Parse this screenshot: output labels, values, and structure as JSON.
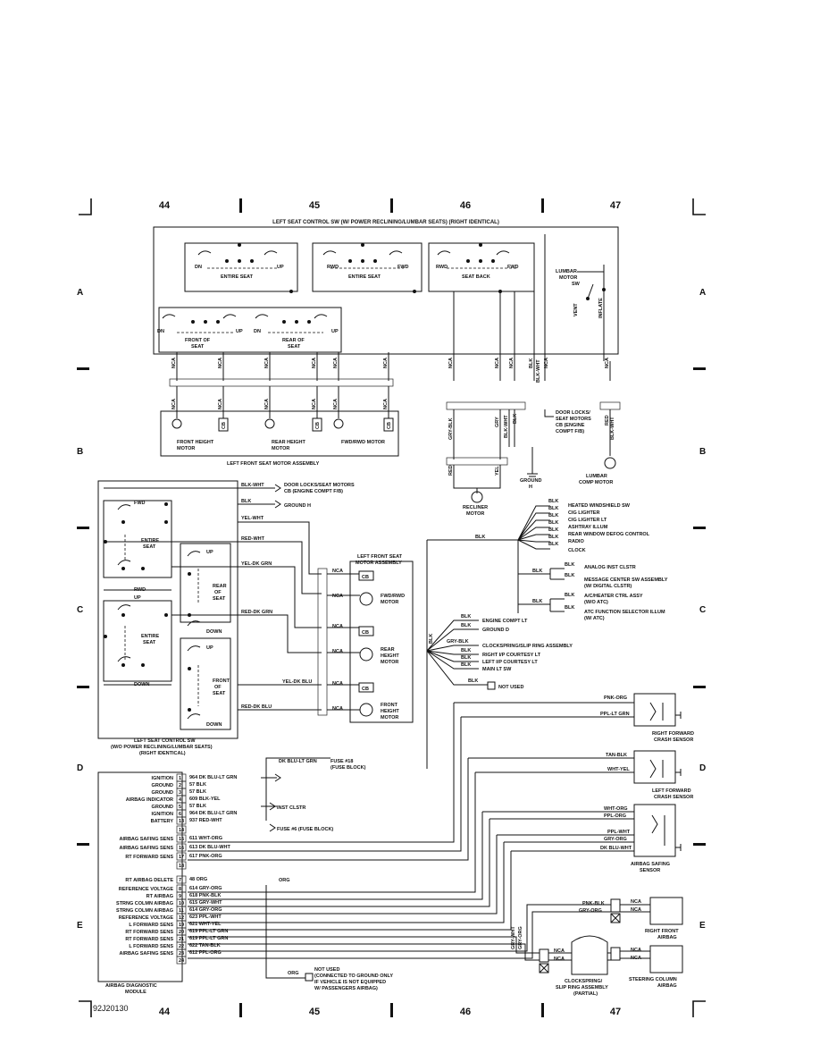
{
  "columns": [
    "44",
    "45",
    "46",
    "47"
  ],
  "rows": [
    "A",
    "B",
    "C",
    "D",
    "E"
  ],
  "figure_code": "92J20130",
  "top_switch": {
    "title": "LEFT SEAT CONTROL SW (W/ POWER RECLINING/LUMBAR SEATS) (RIGHT IDENTICAL)",
    "dn": "DN",
    "up": "UP",
    "rwd": "RWD",
    "fwd": "FWD",
    "entire_seat": "ENTIRE SEAT",
    "seat_back": "SEAT BACK",
    "front_of": "FRONT OF",
    "rear_of": "REAR OF",
    "seat": "SEAT",
    "lumbar_title": [
      "LUMBAR",
      "MOTOR",
      "SW"
    ],
    "vent": "VENT",
    "inflate": "INFLATE",
    "nca": "NCA",
    "blk": "BLK",
    "blk_wht": "BLK-WHT",
    "gry_blk": "GRY-BLK",
    "gry": "GRY",
    "red": "RED",
    "yel": "YEL"
  },
  "motor_assembly_top": {
    "front_height": [
      "FRONT HEIGHT",
      "MOTOR"
    ],
    "rear_height": [
      "REAR HEIGHT",
      "MOTOR"
    ],
    "fwd_rwd": "FWD/RWD MOTOR",
    "cb": "CB",
    "title": "LEFT FRONT SEAT MOTOR ASSEMBLY"
  },
  "right_side_top": {
    "door_locks": [
      "DOOR LOCKS/",
      "SEAT MOTORS",
      "CB (ENGINE",
      "COMPT F/B)"
    ],
    "lumbar_comp": [
      "LUMBAR",
      "COMP MOTOR"
    ],
    "ground": [
      "GROUND",
      "H"
    ],
    "recliner": [
      "RECLINER",
      "MOTOR"
    ]
  },
  "left_switch": {
    "fwd": "FWD",
    "rwd": "RWD",
    "up": "UP",
    "down": "DOWN",
    "entire": "ENTIRE",
    "seat": "SEAT",
    "rear": "REAR",
    "of": "OF",
    "front": "FRONT",
    "title": [
      "LEFT SEAT CONTROL SW",
      "(W/O POWER RECLINING/LUMBAR SEATS)",
      "(RIGHT IDENTICAL)"
    ],
    "wires": [
      "BLK-WHT",
      "BLK",
      "YEL-WHT",
      "RED-WHT",
      "YEL-DK GRN",
      "RED-DK GRN",
      "YEL-DK BLU",
      "RED-DK BLU"
    ],
    "dest1": [
      "DOOR LOCKS/SEAT MOTORS",
      "CB (ENGINE COMPT F/B)"
    ],
    "dest2": "GROUND H"
  },
  "motor_assembly_mid": {
    "title": [
      "LEFT FRONT SEAT",
      "MOTOR ASSEMBLY"
    ],
    "fwd_rwd": [
      "FWD/RWD",
      "MOTOR"
    ],
    "rear_height": [
      "REAR",
      "HEIGHT",
      "MOTOR"
    ],
    "front_height": [
      "FRONT",
      "HEIGHT",
      "MOTOR"
    ]
  },
  "ground_d_fanout": {
    "top_group": [
      "HEATED WINDSHIELD SW",
      "CIG LIGHTER",
      "CIG LIGHTER LT",
      "ASHTRAY ILLUM",
      "REAR WINDOW DEFOG CONTROL",
      "RADIO",
      "CLOCK"
    ],
    "sub_group": [
      "ANALOG INST CLSTR",
      "MESSAGE CENTER SW ASSEMBLY",
      "(W/ DIGITAL CLSTR)",
      "A/C/HEATER CTRL ASSY",
      "(W/O ATC)",
      "ATC FUNCTION SELECTOR ILLUM",
      "(W/ ATC)"
    ],
    "bottom_group": [
      "ENGINE COMPT LT",
      "GROUND D",
      "CLOCKSPRING/SLIP RING ASSEMBLY",
      "RIGHT I/P COURTESY LT",
      "LEFT I/P COURTESY LT",
      "MAIN LT SW",
      "NOT USED"
    ],
    "wire_blk": "BLK",
    "wire_gry_blk": "GRY-BLK"
  },
  "sensors": {
    "rf_crash": [
      "RIGHT FORWARD",
      "CRASH SENSOR"
    ],
    "lf_crash": [
      "LEFT FORWARD",
      "CRASH SENSOR"
    ],
    "safing": [
      "AIRBAG SAFING",
      "SENSOR"
    ],
    "rf_airbag": [
      "RIGHT FRONT",
      "AIRBAG"
    ],
    "steering_airbag": [
      "STEERING COLUMN",
      "AIRBAG"
    ],
    "clockspring": [
      "CLOCKSPRING/",
      "SLIP RING ASSEMBLY",
      "(PARTIAL)"
    ],
    "wires": {
      "pnk_org": "PNK-ORG",
      "ppl_lt_grn": "PPL-LT GRN",
      "tan_blk": "TAN-BLK",
      "wht_yel": "WHT-YEL",
      "wht_org": "WHT-ORG",
      "ppl_org": "PPL-ORG",
      "ppl_wht": "PPL-WHT",
      "gry_org": "GRY-ORG",
      "dk_blu_wht": "DK BLU-WHT",
      "pnk_blk": "PNK-BLK",
      "gry_wht": "GRY-WHT",
      "org": "ORG",
      "dk_blu_lt_grn": "DK BLU-LT GRN"
    }
  },
  "module": {
    "title": [
      "AIRBAG DIAGNOSTIC",
      "MODULE"
    ],
    "fuse18": [
      "FUSE #18",
      "(FUSE BLOCK)"
    ],
    "inst_clstr": "INST CLSTR",
    "fuse6": "FUSE #6 (FUSE BLOCK)",
    "not_used": [
      "NOT USED",
      "(CONNECTED TO GROUND ONLY",
      "IF VEHICLE IS NOT EQUIPPED",
      "W/ PASSENGERS AIRBAG)"
    ],
    "pins": [
      {
        "n": "1",
        "label": "IGNITION",
        "wire": "964 DK BLU-LT GRN"
      },
      {
        "n": "2",
        "label": "GROUND",
        "wire": "57 BLK"
      },
      {
        "n": "3",
        "label": "GROUND",
        "wire": "57 BLK"
      },
      {
        "n": "4",
        "label": "AIRBAG INDICATOR",
        "wire": "609 BLK-YEL"
      },
      {
        "n": "5",
        "label": "GROUND",
        "wire": "57 BLK"
      },
      {
        "n": "6",
        "label": "IGNITION",
        "wire": "964 DK BLU-LT GRN"
      },
      {
        "n": "13",
        "label": "BATTERY",
        "wire": "937 RED-WHT"
      },
      {
        "n": "14",
        "label": "",
        "wire": ""
      },
      {
        "n": "15",
        "label": "AIRBAG SAFING SENS",
        "wire": "611 WHT-ORG"
      },
      {
        "n": "16",
        "label": "AIRBAG SAFING SENS",
        "wire": "613 DK BLU-WHT"
      },
      {
        "n": "17",
        "label": "RT FORWARD SENS",
        "wire": "617 PNK-ORG"
      },
      {
        "n": "18",
        "label": "",
        "wire": ""
      },
      {
        "n": "7",
        "label": "RT AIRBAG DELETE",
        "wire": "48 ORG"
      },
      {
        "n": "8",
        "label": "REFERENCE VOLTAGE",
        "wire": "614 GRY-ORG"
      },
      {
        "n": "9",
        "label": "RT AIRBAG",
        "wire": "618 PNK-BLK"
      },
      {
        "n": "10",
        "label": "STRNG COLMN AIRBAG",
        "wire": "615 GRY-WHT"
      },
      {
        "n": "11",
        "label": "STRNG COLMN AIRBAG",
        "wire": "614 GRY-ORG"
      },
      {
        "n": "12",
        "label": "REFERENCE VOLTAGE",
        "wire": "623 PPL-WHT"
      },
      {
        "n": "19",
        "label": "L FORWARD SENS",
        "wire": "621 WHT-YEL"
      },
      {
        "n": "20",
        "label": "RT FORWARD SENS",
        "wire": "619 PPL-LT GRN"
      },
      {
        "n": "21",
        "label": "RT FORWARD SENS",
        "wire": "619 PPL-LT GRN"
      },
      {
        "n": "22",
        "label": "L FORWARD SENS",
        "wire": "622 TAN-BLK"
      },
      {
        "n": "23",
        "label": "AIRBAG SAFING SENS",
        "wire": "612 PPL-ORG"
      },
      {
        "n": "24",
        "label": "",
        "wire": ""
      }
    ]
  }
}
